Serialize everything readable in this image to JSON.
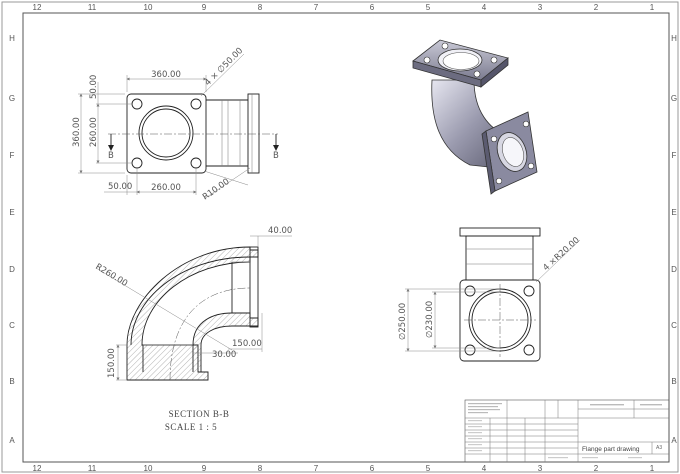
{
  "sheet": {
    "zones_top": [
      "12",
      "11",
      "10",
      "9",
      "8",
      "7",
      "6",
      "5",
      "4",
      "3",
      "2",
      "1"
    ],
    "zones_bottom": [
      "12",
      "11",
      "10",
      "9",
      "8",
      "7",
      "6",
      "5",
      "4",
      "3",
      "2",
      "1"
    ],
    "zones_left": [
      "H",
      "G",
      "F",
      "E",
      "D",
      "C",
      "B",
      "A"
    ],
    "zones_right": [
      "H",
      "G",
      "F",
      "E",
      "D",
      "C",
      "B",
      "A"
    ]
  },
  "top_view": {
    "dim_width": "360.00",
    "dim_height": "360.00",
    "dim_inner_v": "260.00",
    "dim_offset_v": "50.00",
    "dim_holes": "4 × ∅50.00",
    "dim_offset_h": "50.00",
    "dim_inner_h": "260.00",
    "dim_radius": "R10.00",
    "section_label_left": "B",
    "section_label_right": "B"
  },
  "section_view": {
    "dim_flange_thk": "40.00",
    "dim_bend_radius": "R260.00",
    "dim_flange_h": "150.00",
    "dim_wall": "30.00",
    "dim_base_h": "150.00",
    "caption_line1": "SECTION B-B",
    "caption_line2": "SCALE 1 : 5"
  },
  "side_view": {
    "dim_fillets": "4 ×R20.00",
    "dim_dia_outer": "∅250.00",
    "dim_dia_inner": "∅230.00"
  },
  "title_block": {
    "drawing_title": "Flange part drawing",
    "size": "A3"
  }
}
